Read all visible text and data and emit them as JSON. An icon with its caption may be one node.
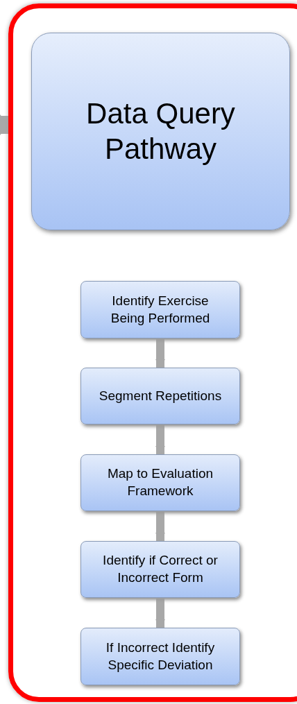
{
  "diagram": {
    "nodes": [
      {
        "text": [],
        "shape": "box"
      },
      {
        "text": [
          "Data Query Pathway"
        ],
        "in": 0
      },
      {
        "text": [
          "Identify Exercise Being Performed"
        ],
        "in": 0
      },
      {
        "text": [
          "Segment Repetitions"
        ],
        "in": 0
      },
      {
        "text": [
          "Map to Evaluation Framework"
        ],
        "in": 0
      },
      {
        "text": [
          "Identify if Correct or Incorrect Form"
        ],
        "in": 0
      },
      {
        "text": [
          "If Incorrect Identify Specific Deviation"
        ],
        "in": 0
      }
    ],
    "edges": [
      {
        "from": null,
        "to": 0,
        "arrow": "to",
        "style": "thick"
      },
      {
        "from": 2,
        "to": 3,
        "arrow": "to"
      },
      {
        "from": 3,
        "to": 4,
        "arrow": "to"
      },
      {
        "from": 4,
        "to": 5,
        "arrow": "to"
      },
      {
        "from": 5,
        "to": 6,
        "arrow": "to"
      }
    ]
  }
}
